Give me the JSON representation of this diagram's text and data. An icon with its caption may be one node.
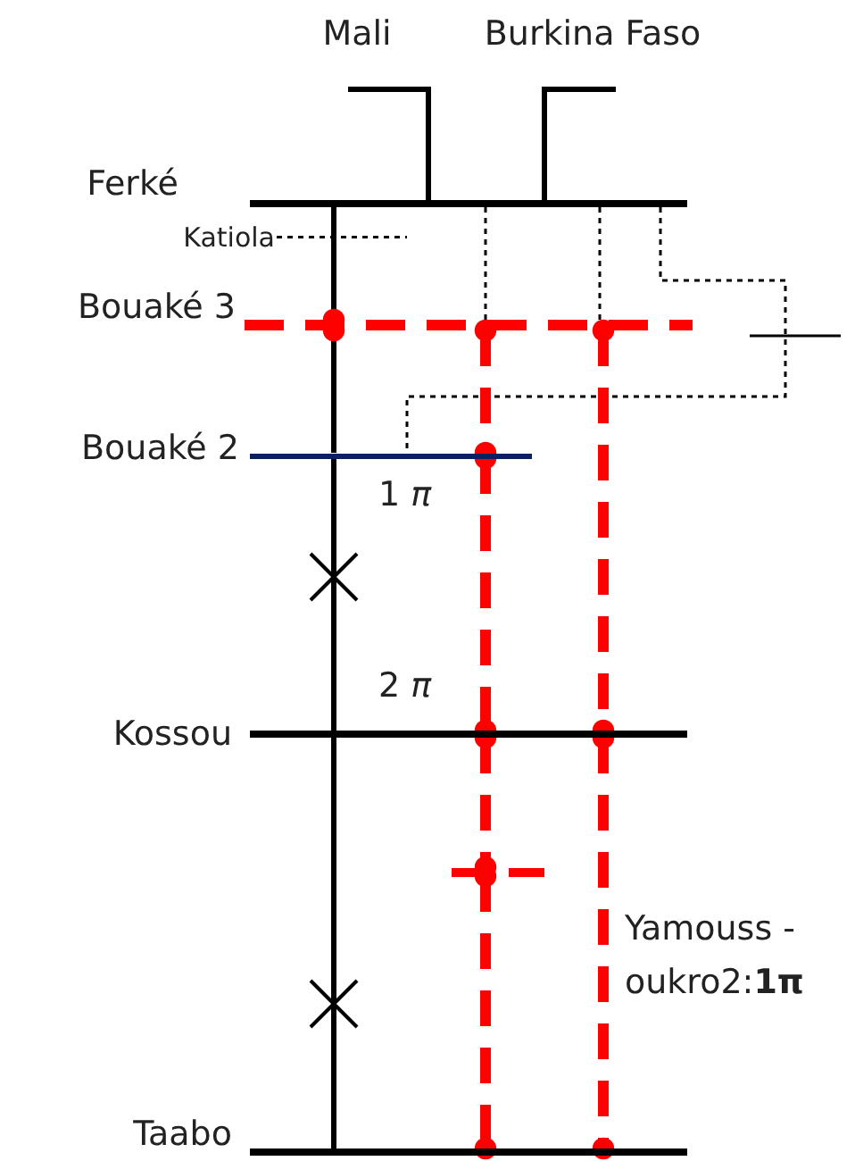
{
  "diagram": {
    "nodes": [
      {
        "text": [
          "Mali"
        ]
      },
      {
        "text": [
          "Burkina Faso"
        ]
      },
      {
        "text": [],
        "shape": "bar",
        "beside": [
          "Ferké"
        ]
      },
      {
        "text": [],
        "shape": "bar",
        "beside": [
          "Katiola"
        ]
      },
      {
        "text": [],
        "shape": "bar",
        "beside": [
          "Bouaké 3"
        ]
      },
      {
        "text": [],
        "shape": "bar",
        "beside": [
          "Bouaké 2"
        ]
      },
      {
        "text": [],
        "shape": "bar",
        "beside": [
          "Kossou"
        ]
      },
      {
        "text": [],
        "shape": "bar",
        "beside": [
          "Taabo"
        ]
      },
      {
        "text": [],
        "shape": "bar",
        "beside": [
          "Yamouss - oukro2:**1π**"
        ]
      }
    ],
    "edges": [
      {
        "from": 0,
        "to": 2,
        "arrow": "none"
      },
      {
        "from": 1,
        "to": 2,
        "arrow": "none"
      },
      {
        "from": 2,
        "to": 4,
        "arrow": "other"
      },
      {
        "from": 4,
        "to": 5,
        "arrow": "other"
      },
      {
        "from": 5,
        "to": 6,
        "arrow": "none"
      },
      {
        "from": 6,
        "to": 7,
        "arrow": "none"
      },
      {
        "from": 2,
        "to": 4,
        "arrow": "none",
        "style": "dashed"
      },
      {
        "from": 2,
        "to": 4,
        "arrow": "none",
        "style": "dashed"
      },
      {
        "from": 2,
        "to": 5,
        "arrow": "none",
        "style": "dashed"
      },
      {
        "from": 4,
        "to": 5,
        "arrow": "other",
        "style": "dashed",
        "color": "#ff0000"
      },
      {
        "from": 5,
        "to": 6,
        "arrow": "other",
        "style": "dashed",
        "color": "#ff0000"
      },
      {
        "from": 6,
        "to": 8,
        "arrow": "other",
        "style": "dashed",
        "color": "#ff0000"
      },
      {
        "from": 8,
        "to": 7,
        "arrow": "other",
        "style": "dashed",
        "color": "#ff0000"
      },
      {
        "from": 4,
        "to": 6,
        "arrow": "other",
        "style": "dashed",
        "color": "#ff0000"
      },
      {
        "from": 6,
        "to": 7,
        "arrow": "other",
        "style": "dashed",
        "color": "#ff0000"
      }
    ],
    "labels": [
      "1 *π*",
      "2 *π*"
    ]
  }
}
